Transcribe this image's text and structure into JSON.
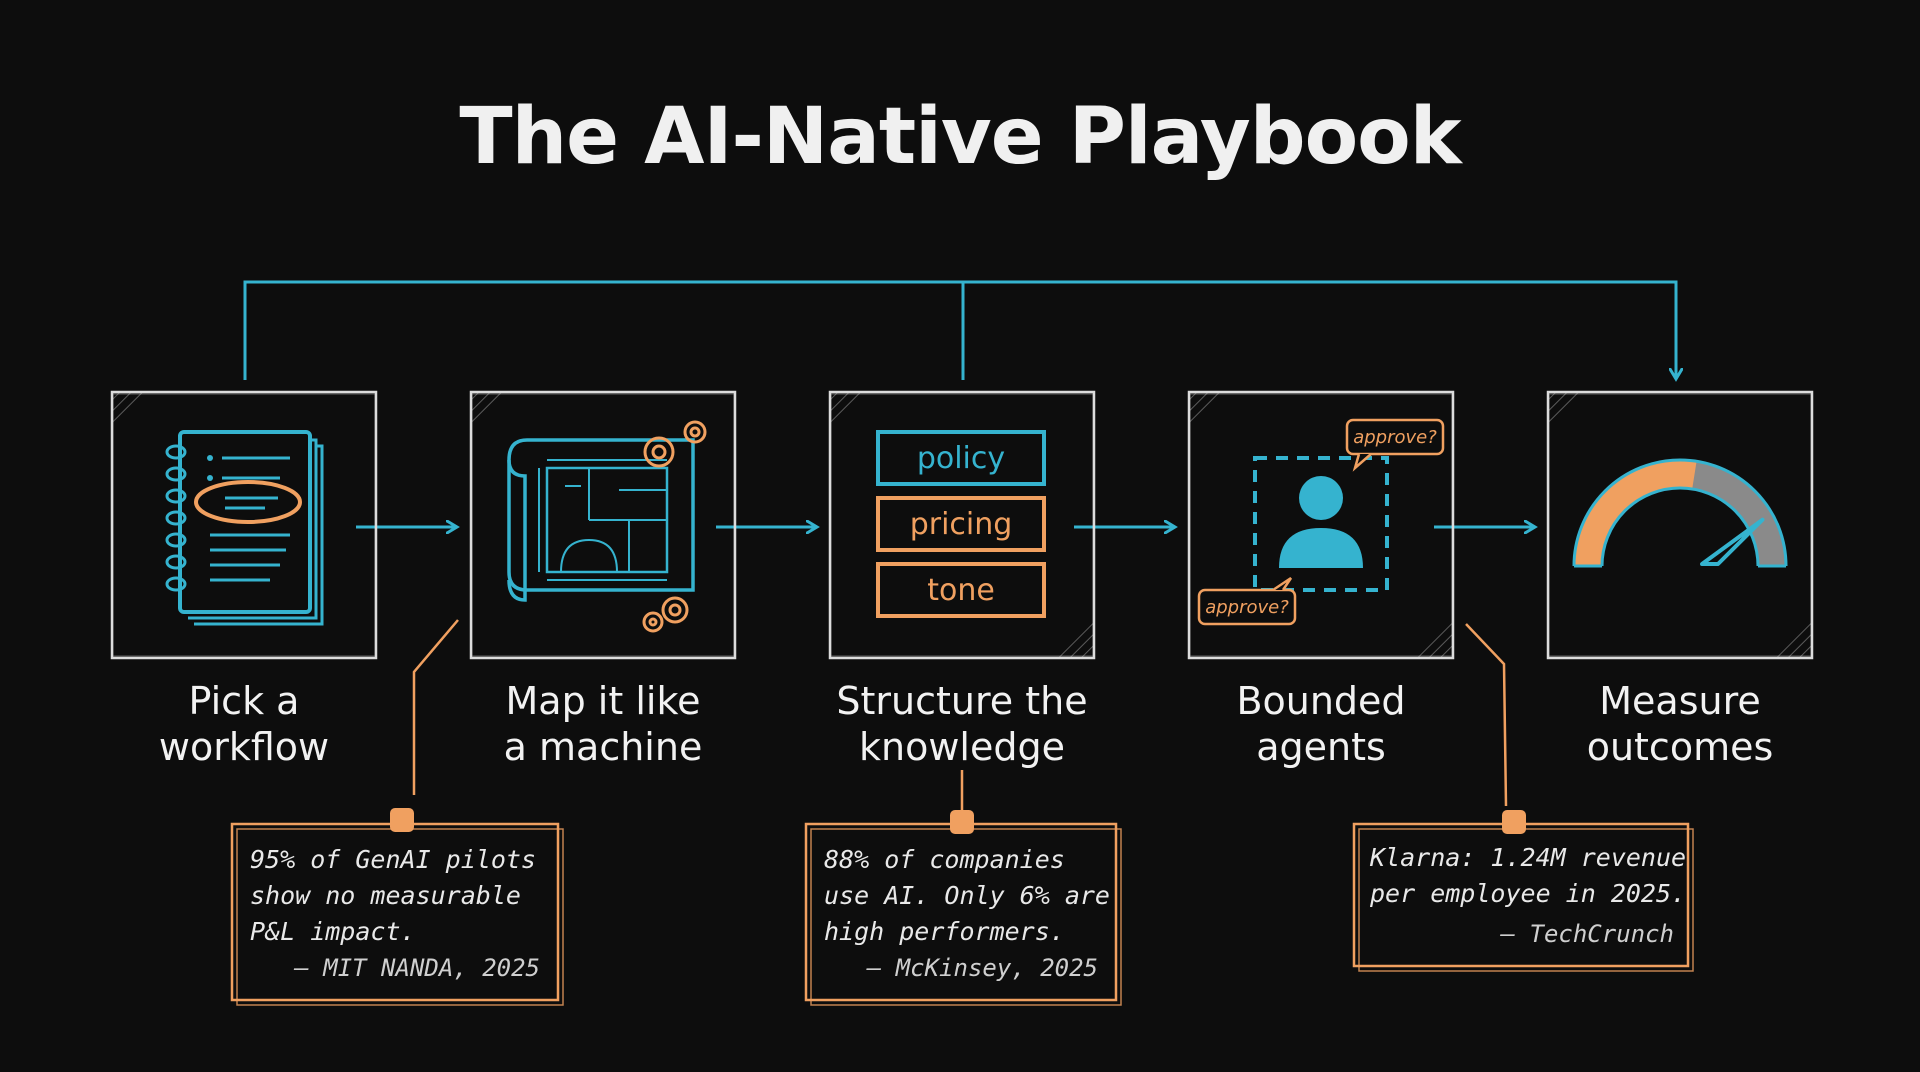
{
  "title": "The AI-Native Playbook",
  "colors": {
    "background": "#0d0d0d",
    "accent_teal": "#35b3cf",
    "accent_orange": "#f0a060",
    "frame": "#dcdcdc"
  },
  "steps": [
    {
      "label_line1": "Pick a",
      "label_line2": "workflow",
      "icon": "notebook-icon"
    },
    {
      "label_line1": "Map it like",
      "label_line2": "a machine",
      "icon": "blueprint-icon"
    },
    {
      "label_line1": "Structure the",
      "label_line2": "knowledge",
      "icon": "knowledge-blocks-icon",
      "blocks": [
        "policy",
        "pricing",
        "tone"
      ]
    },
    {
      "label_line1": "Bounded",
      "label_line2": "agents",
      "icon": "agent-icon",
      "bubbles": [
        "approve?",
        "approve?"
      ]
    },
    {
      "label_line1": "Measure",
      "label_line2": "outcomes",
      "icon": "gauge-icon",
      "gauge_level": 0.55
    }
  ],
  "notes": [
    {
      "lines": [
        "95% of GenAI pilots",
        "show no measurable",
        "P&L impact."
      ],
      "source": "— MIT NANDA, 2025"
    },
    {
      "lines": [
        "88% of companies",
        "use AI. Only 6% are",
        "high performers."
      ],
      "source": "— McKinsey, 2025"
    },
    {
      "lines": [
        "Klarna: 1.24M revenue",
        "per employee in 2025."
      ],
      "source": "— TechCrunch"
    }
  ]
}
